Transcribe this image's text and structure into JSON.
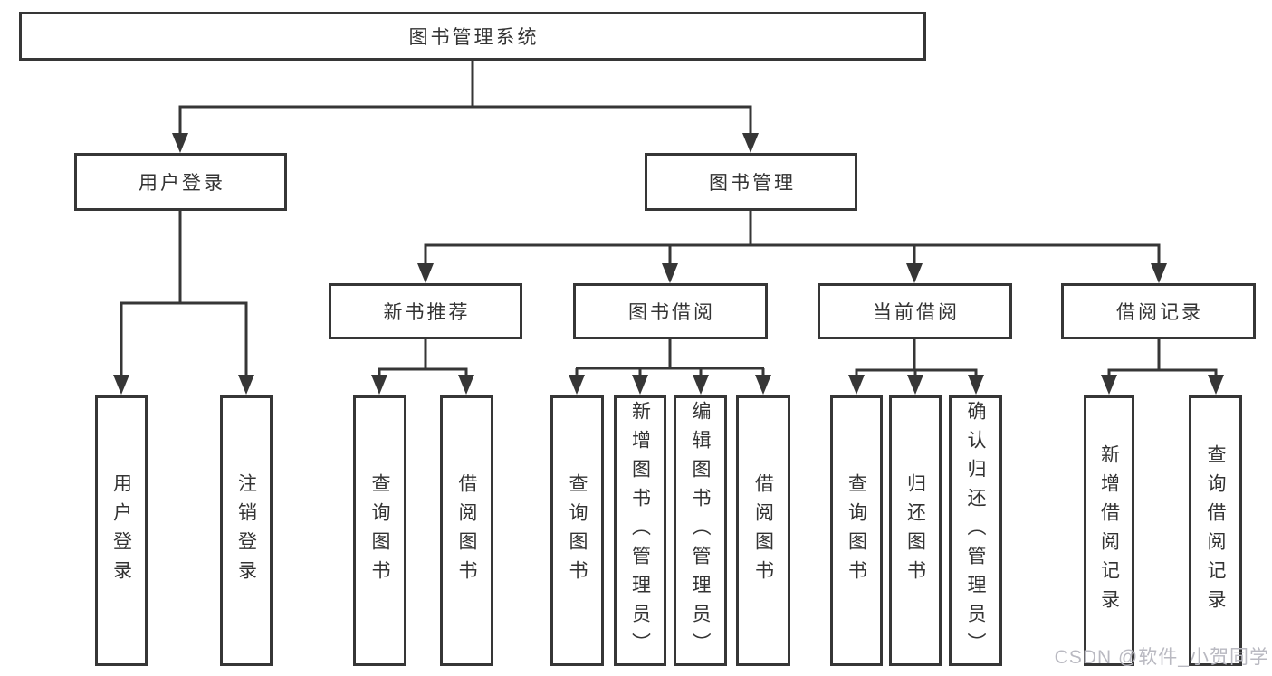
{
  "diagram_type": "hierarchy-tree",
  "tree": {
    "label": "图书管理系统",
    "children": [
      {
        "label": "用户登录",
        "children": [
          {
            "label": "用户登录"
          },
          {
            "label": "注销登录"
          }
        ]
      },
      {
        "label": "图书管理",
        "children": [
          {
            "label": "新书推荐",
            "children": [
              {
                "label": "查询图书"
              },
              {
                "label": "借阅图书"
              }
            ]
          },
          {
            "label": "图书借阅",
            "children": [
              {
                "label": "查询图书"
              },
              {
                "label": "新增图书（管理员）"
              },
              {
                "label": "编辑图书（管理员）"
              },
              {
                "label": "借阅图书"
              }
            ]
          },
          {
            "label": "当前借阅",
            "children": [
              {
                "label": "查询图书"
              },
              {
                "label": "归还图书"
              },
              {
                "label": "确认归还（管理员）"
              }
            ]
          },
          {
            "label": "借阅记录",
            "children": [
              {
                "label": "新增借阅记录"
              },
              {
                "label": "查询借阅记录"
              }
            ]
          }
        ]
      }
    ]
  },
  "watermark": "CSDN @软件_小贺同学",
  "colors": {
    "line": "#363636",
    "text": "#333333",
    "watermark": "#b9b9c1",
    "background": "#ffffff"
  }
}
